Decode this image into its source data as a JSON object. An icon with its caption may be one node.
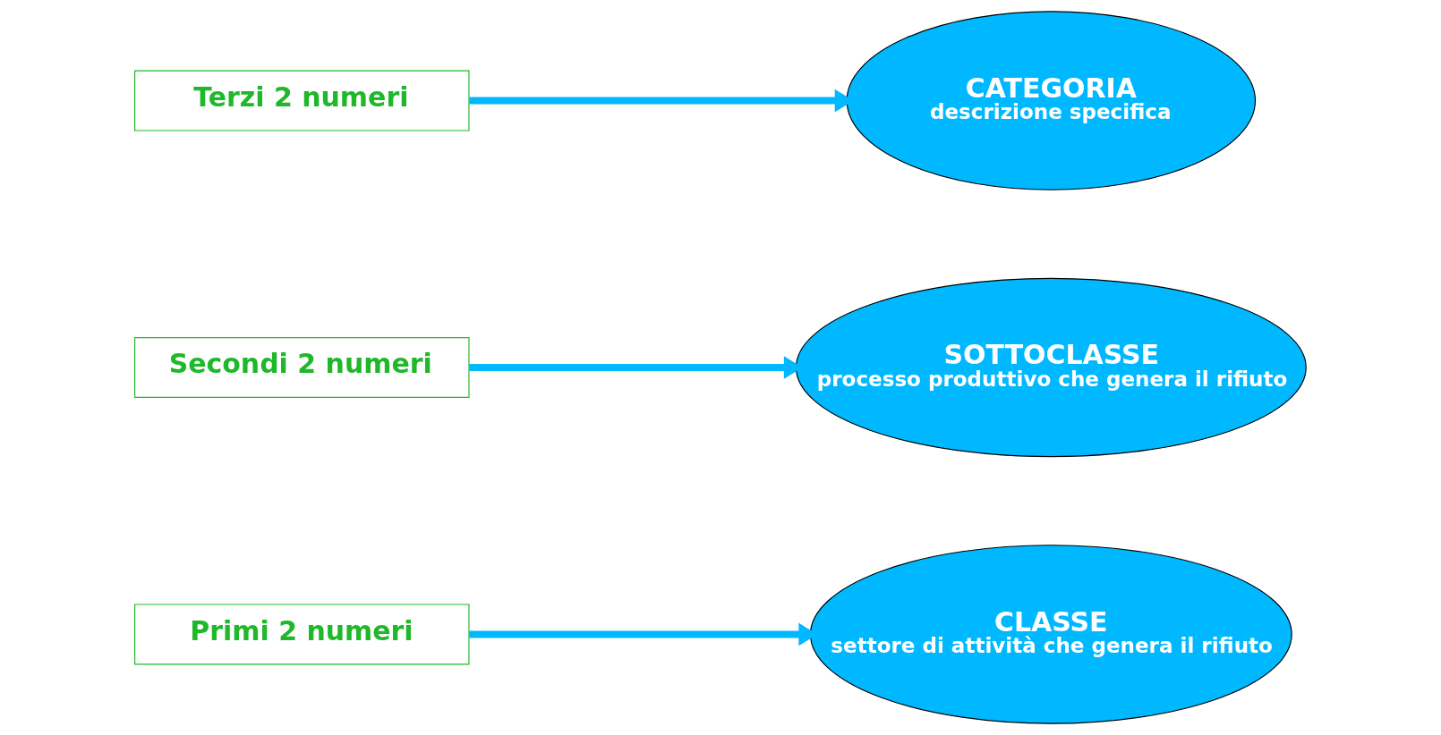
{
  "diagram": {
    "nodes": [
      {
        "text": [
          "Primi 2 numeri"
        ]
      },
      {
        "text": [
          "CLASSE",
          "settore di attività che genera il rifiuto"
        ]
      },
      {
        "text": [
          "Secondi 2 numeri"
        ]
      },
      {
        "text": [
          "SOTTOCLASSE",
          "processo produttivo che genera il rifiuto"
        ]
      },
      {
        "text": [
          "Terzi 2 numeri"
        ]
      },
      {
        "text": [
          "CATEGORIA",
          "descrizione specifica"
        ]
      }
    ],
    "edges": [
      {
        "from": 0,
        "to": 1,
        "arrow": "to"
      },
      {
        "from": 2,
        "to": 3,
        "arrow": "to"
      },
      {
        "from": 4,
        "to": 5,
        "arrow": "to"
      }
    ]
  }
}
